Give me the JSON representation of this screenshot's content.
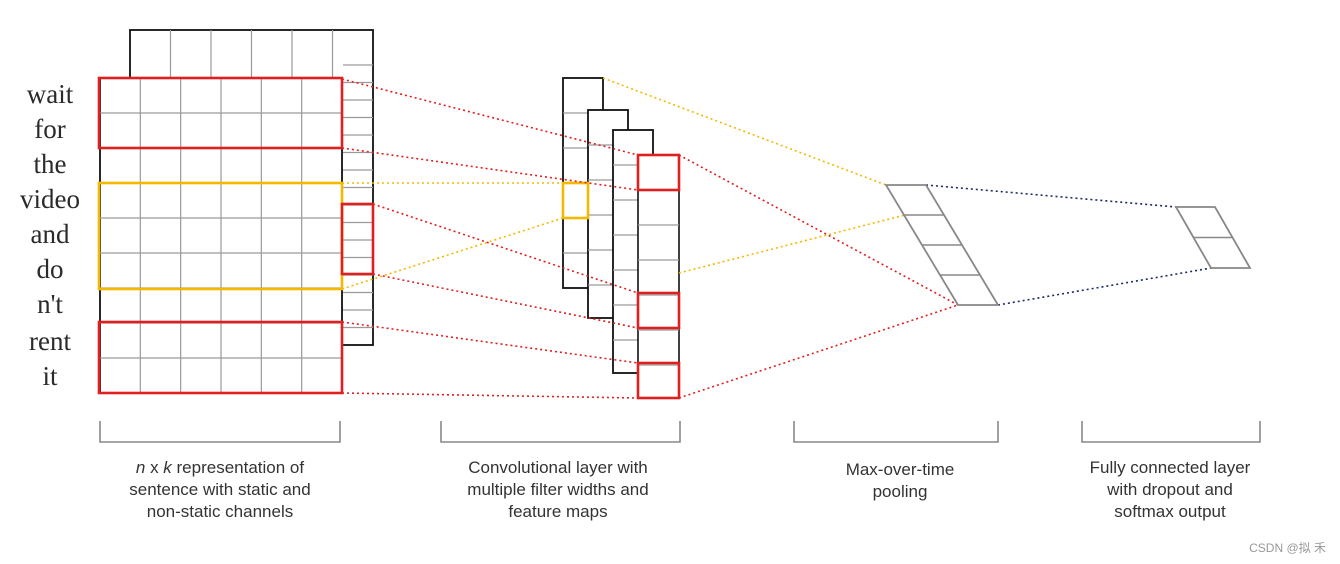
{
  "words": [
    "wait",
    "for",
    "the",
    "video",
    "and",
    "do",
    "n't",
    "rent",
    "it"
  ],
  "captions": {
    "representation": {
      "var_n": "n",
      "mid": " x ",
      "var_k": "k",
      "line1_rest": " representation of",
      "line2": "sentence with static and",
      "line3": "non-static channels"
    },
    "conv": {
      "line1": "Convolutional layer with",
      "line2": "multiple filter widths and",
      "line3": "feature maps"
    },
    "pool": {
      "line1": "Max-over-time",
      "line2": "pooling"
    },
    "fc": {
      "line1": "Fully connected layer",
      "line2": "with dropout and",
      "line3": "softmax output"
    }
  },
  "watermark": "CSDN @拟 禾",
  "colors": {
    "red": "#e02020",
    "yellow": "#f5b800",
    "navy": "#1a2a6a",
    "grid": "#9a9a9a",
    "black": "#111111",
    "gray": "#888888"
  }
}
